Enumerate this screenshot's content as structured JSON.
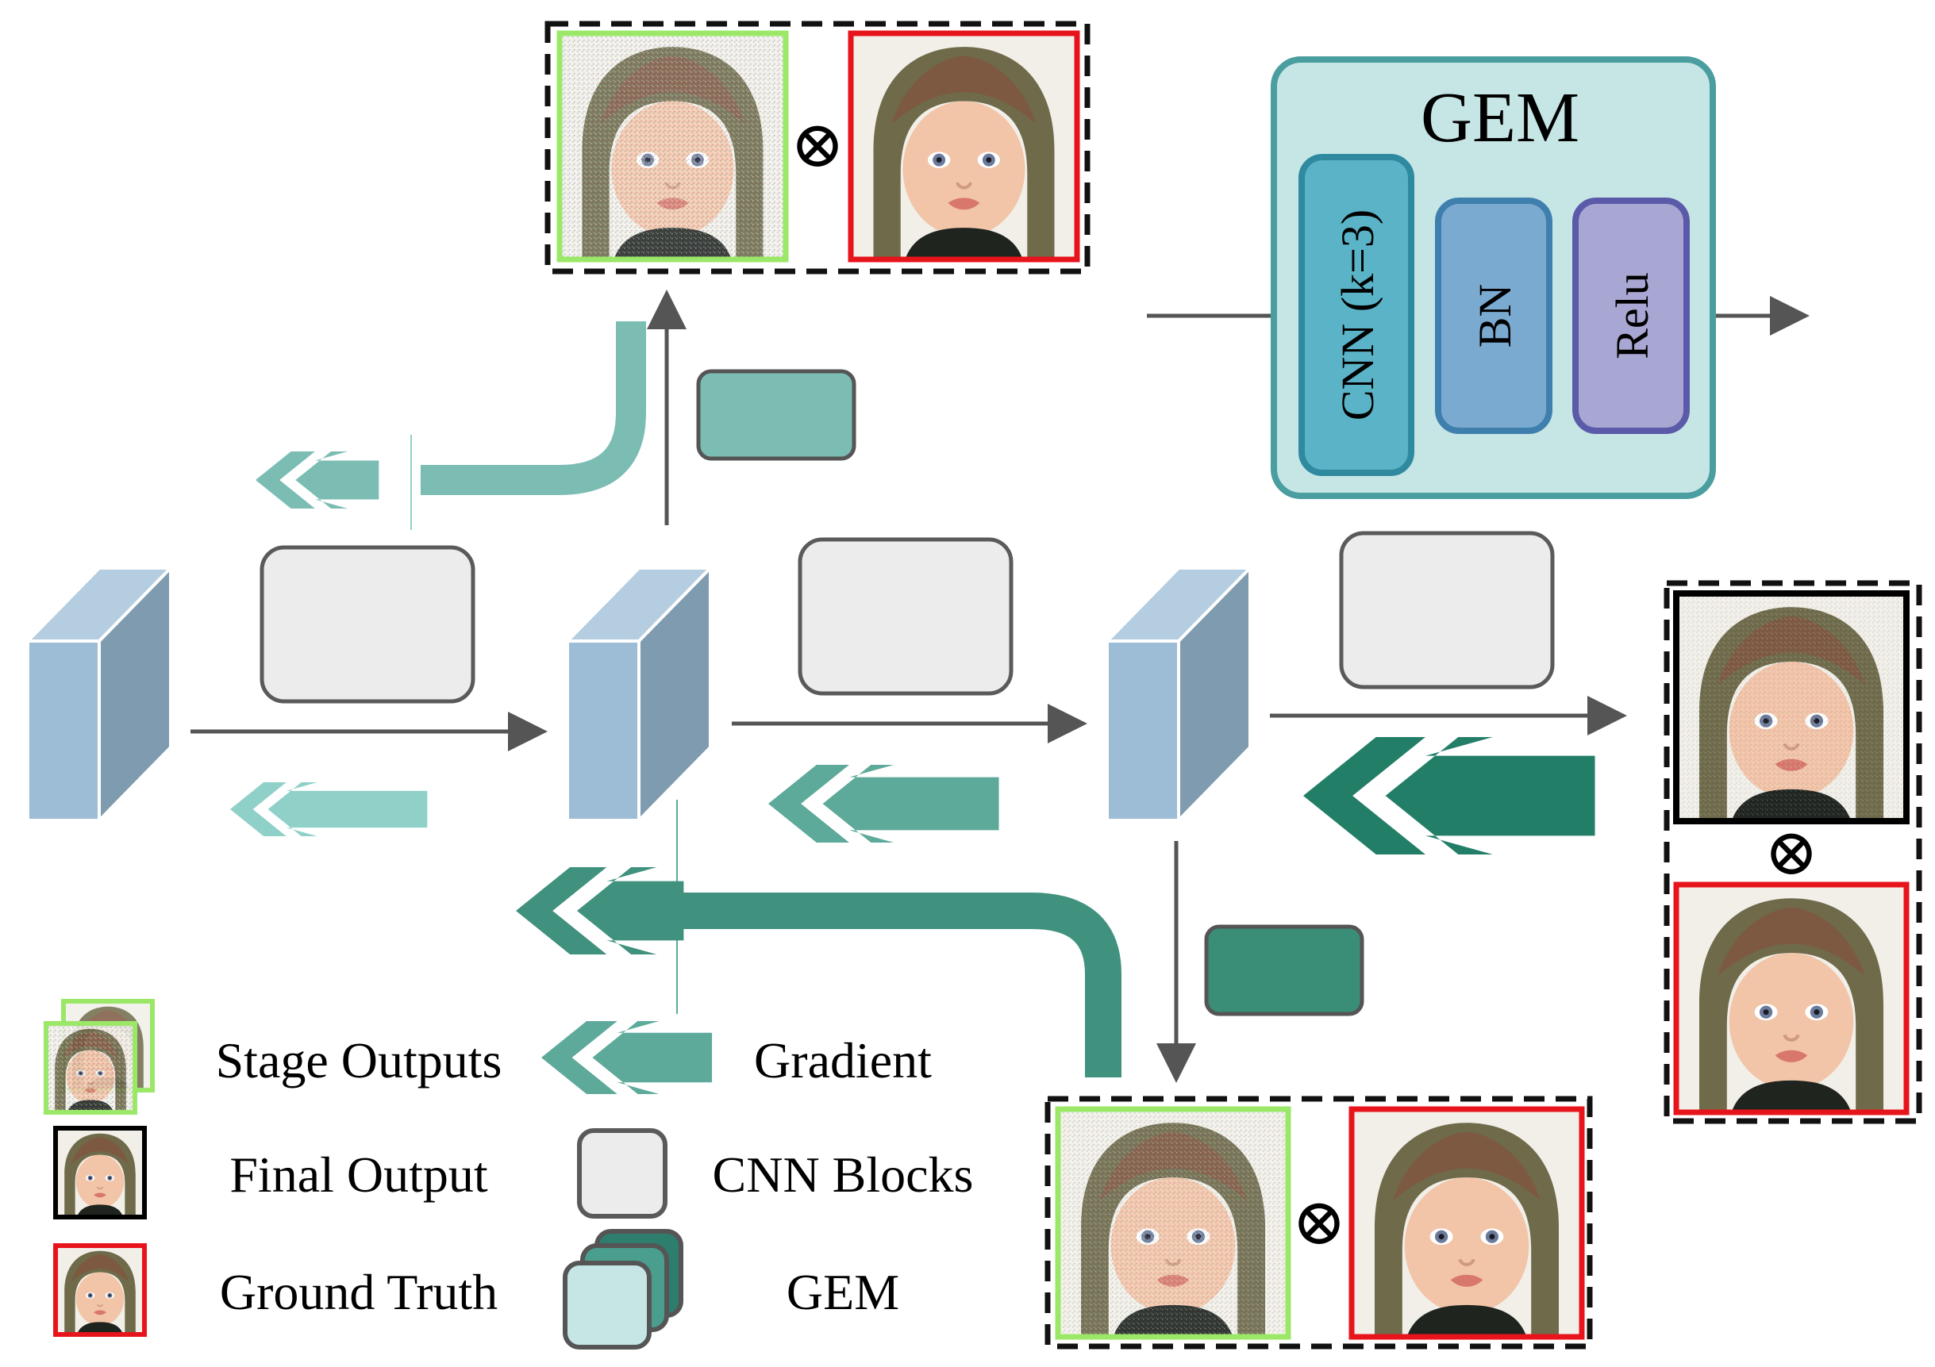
{
  "gem_panel": {
    "title": "GEM",
    "blocks": [
      {
        "label": "CNN (k=3)",
        "fill": "#5ab3c7",
        "stroke": "#2f8aa0"
      },
      {
        "label": "BN",
        "fill": "#7aaad0",
        "stroke": "#3f7fae"
      },
      {
        "label": "Relu",
        "fill": "#a8a6d2",
        "stroke": "#5b5aa8"
      }
    ],
    "fill": "#c6e6e6",
    "stroke": "#4a9ea0"
  },
  "multiply_symbol": "⊗",
  "legend": {
    "stage_outputs": "Stage Outputs",
    "gradient": "Gradient",
    "final_output": "Final Output",
    "cnn_blocks": "CNN Blocks",
    "ground_truth": "Ground Truth",
    "gem": "GEM"
  },
  "colors": {
    "stage_output_border": "#9be868",
    "final_output_border": "#000000",
    "ground_truth_border": "#e8141c",
    "cnn_block_fill": "#ececec",
    "cnn_block_stroke": "#5a5a5a",
    "feature_front": "#9dbcd6",
    "feature_side": "#7f9bb0",
    "feature_top": "#b5cde0",
    "gradient_light": "#8fd0c8",
    "gradient_mid": "#5daa9a",
    "gradient_dark": "#237e68",
    "arrow_gray": "#555555"
  },
  "icons": [
    "baby-face-image",
    "multiply-icon",
    "chevron-arrow-icon",
    "feature-map-block-icon"
  ]
}
